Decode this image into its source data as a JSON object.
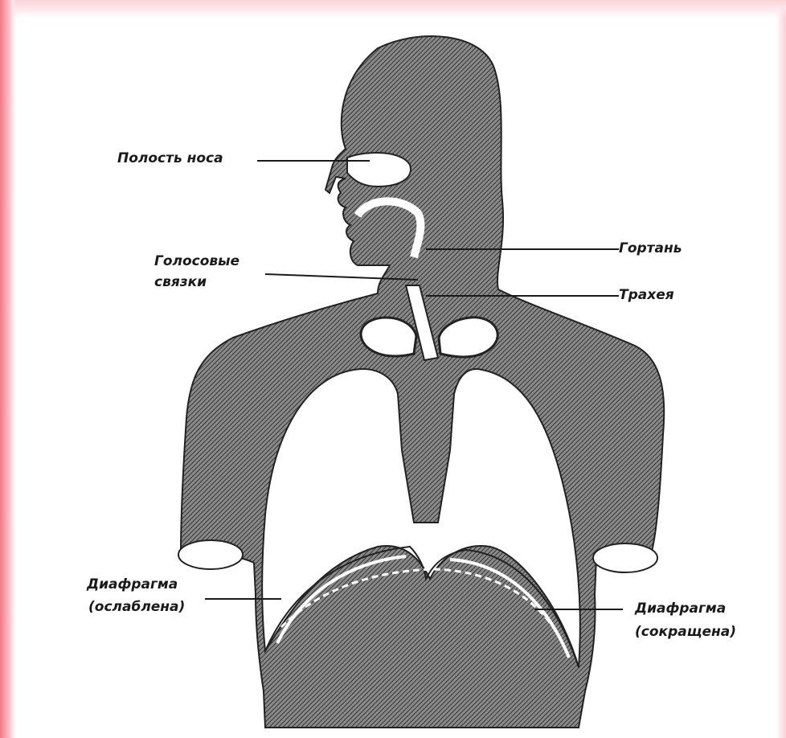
{
  "labels": {
    "nasal_cavity": "Полость носа",
    "vocal_cords_line1": "Голосовые",
    "vocal_cords_line2": "связки",
    "larynx": "Гортань",
    "trachea": "Трахея",
    "diaphragm_relaxed_line1": "Диафрагма",
    "diaphragm_relaxed_line2": "(ослаблена)",
    "diaphragm_contracted_line1": "Диафрагма",
    "diaphragm_contracted_line2": "(сокращена)"
  },
  "colors": {
    "ink": "#1a1a1a",
    "hatch_fill": "#5a5a5a",
    "paper": "#ffffff",
    "edge_accent": "#f07a85"
  }
}
